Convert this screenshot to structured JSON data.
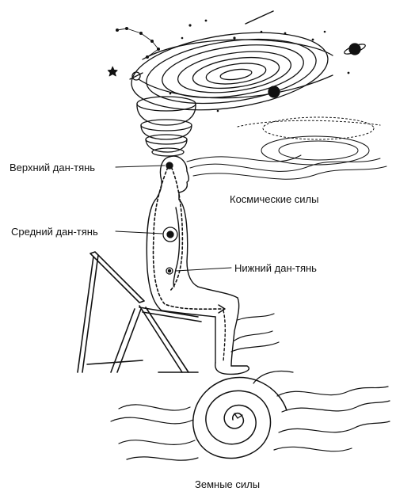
{
  "labels": {
    "upper_dantian": "Верхний дан-тянь",
    "middle_dantian": "Средний дан-тянь",
    "lower_dantian": "Нижний дан-тянь",
    "cosmic_forces": "Космические силы",
    "earth_forces": "Земные силы"
  },
  "colors": {
    "ink": "#111111",
    "background": "#ffffff"
  }
}
